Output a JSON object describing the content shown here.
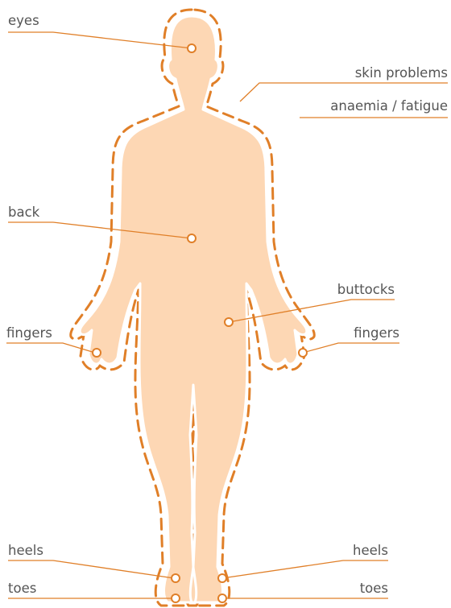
{
  "colors": {
    "body_fill": "#fdd7b4",
    "body_outline": "#ffffff",
    "dash_outline": "#e07f28",
    "leader_line": "#e07f28",
    "marker": "#e07f28",
    "label_text": "#555555"
  },
  "labels": {
    "eyes": "eyes",
    "skin_problems": "skin problems",
    "anaemia_fatigue": "anaemia / fatigue",
    "back": "back",
    "buttocks": "buttocks",
    "fingers_left": "fingers",
    "fingers_right": "fingers",
    "heels_left": "heels",
    "heels_right": "heels",
    "toes_left": "toes",
    "toes_right": "toes"
  }
}
